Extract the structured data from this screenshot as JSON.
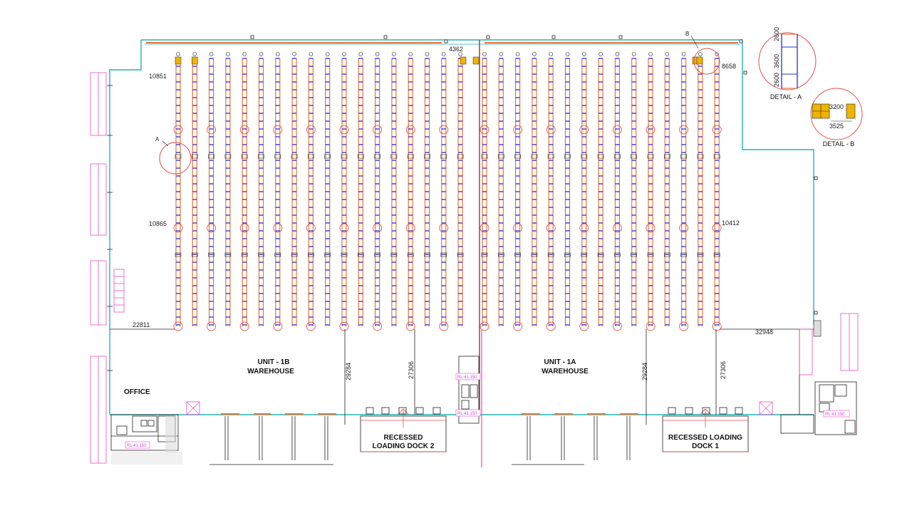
{
  "plan": {
    "units": [
      {
        "line1": "UNIT - 1B",
        "line2": "WAREHOUSE"
      },
      {
        "line1": "UNIT - 1A",
        "line2": "WAREHOUSE"
      }
    ],
    "office": "OFFICE",
    "docks": [
      {
        "line1": "RECESSED",
        "line2": "LOADING DOCK 2"
      },
      {
        "line1": "RECESSED LOADING",
        "line2": "DOCK 1"
      }
    ],
    "dimensions": {
      "d10851": "10851",
      "d10865": "10865",
      "d22811": "22811",
      "d4362": "4362",
      "d8658": "8658",
      "d10412": "10412",
      "d32948": "32948",
      "d29284_left": "29284",
      "d27306_left": "27306",
      "d29284_right": "29284",
      "d27306_right": "27306"
    },
    "reduced_levels": [
      "RL 41.150",
      "RL 41.150",
      "RL 41.150",
      "RL 41.150"
    ],
    "callouts": {
      "a": "A",
      "b": "B"
    },
    "detail_a": {
      "title": "DETAIL - A",
      "dims": [
        "2600",
        "3600",
        "2600"
      ]
    },
    "detail_b": {
      "title": "DETAIL - B",
      "dims": [
        "3200",
        "3525"
      ]
    },
    "colors": {
      "wall": "#23b3b3",
      "rack_beam": "#e8743a",
      "rack_upright": "#1f2fd6",
      "circle": "#e05050",
      "pallet": "#f0b400",
      "reference": "#e64ec8"
    }
  }
}
